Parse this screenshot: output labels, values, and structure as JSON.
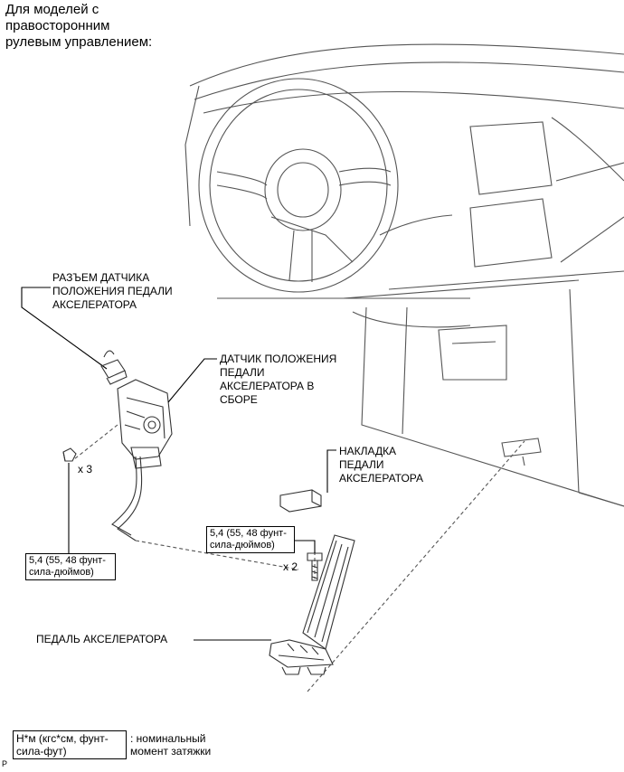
{
  "title": "Для моделей с\nправосторонним\nрулевым управлением:",
  "labels": {
    "connector": "РАЗЪЕМ ДАТЧИКА\nПОЛОЖЕНИЯ ПЕДАЛИ\nАКСЕЛЕРАТОРА",
    "sensor": "ДАТЧИК ПОЛОЖЕНИЯ\nПЕДАЛИ\nАКСЕЛЕРАТОРА В\nСБОРЕ",
    "pad": "НАКЛАДКА\nПЕДАЛИ\nАКСЕЛЕРАТОРА",
    "pedal": "ПЕДАЛЬ АКСЕЛЕРАТОРА"
  },
  "torque": {
    "nut": "5,4 (55, 48 фунт-\nсила-дюймов)",
    "bolt": "5,4 (55, 48 фунт-\nсила-дюймов)"
  },
  "quantities": {
    "nut": "x 3",
    "bolt": "x 2"
  },
  "legend": {
    "unit": "Н*м (кгс*см, фунт-\nсила-фут)",
    "meaning": ": номинальный\nмомент затяжки"
  },
  "figure_code": "P"
}
